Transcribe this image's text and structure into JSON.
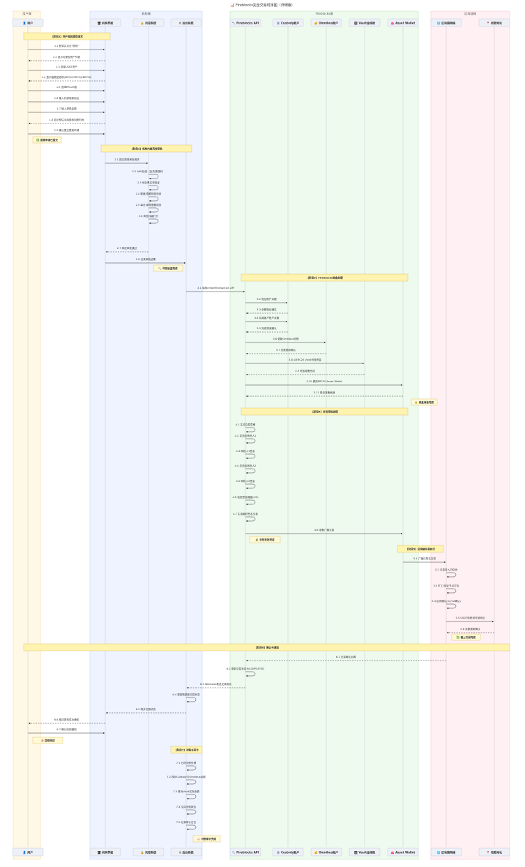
{
  "title": "📊 Fireblocks完全交易时序图（详细版）",
  "groups": [
    {
      "key": "g_user",
      "label": "用户端",
      "fill": "#fff8e7",
      "stroke": "#f3dca8"
    },
    {
      "key": "g_inst",
      "label": "机构端",
      "fill": "#eef3ff",
      "stroke": "#c9d6f5"
    },
    {
      "key": "g_fb",
      "label": "Fireblocks端",
      "fill": "#eefaee",
      "stroke": "#bfe6bf"
    },
    {
      "key": "g_chain",
      "label": "区块链端",
      "fill": "#fff0f4",
      "stroke": "#f3c6d3"
    }
  ],
  "actors": [
    {
      "key": "user",
      "label": "👤 用户"
    },
    {
      "key": "inst",
      "label": "🖥 机构界面"
    },
    {
      "key": "risk",
      "label": "🔒 风控系统"
    },
    {
      "key": "biz",
      "label": "⚙ 后台系统"
    },
    {
      "key": "api",
      "label": "🔧 Fireblocks API"
    },
    {
      "key": "custody",
      "label": "🏦 Custody账户"
    },
    {
      "key": "omni",
      "label": "💰 Omnibus账户"
    },
    {
      "key": "vault",
      "label": "🗄 Vault金库账"
    },
    {
      "key": "asset",
      "label": "👛 Asset Wallet"
    },
    {
      "key": "net",
      "label": "🌐 区块链网络"
    },
    {
      "key": "recv",
      "label": "📍 收款地址"
    }
  ],
  "items": [
    {
      "k": "note",
      "text": "【阶段1】用户发起提现请求"
    },
    {
      "k": "msg",
      "text": "1.1 登录并点击\"提现\""
    },
    {
      "k": "msg",
      "text": "1.2 显示可提现资产列表"
    },
    {
      "k": "msg",
      "text": "1.3 选择USDT资产"
    },
    {
      "k": "msg",
      "text": "1.4 显示链类型选项(ERC20/TRC20/BEP20)"
    },
    {
      "k": "msg",
      "text": "1.5 选择ERC20链"
    },
    {
      "k": "msg",
      "text": "1.6 输入外部收款地址"
    },
    {
      "k": "msg",
      "text": "1.7 输入提现金额"
    },
    {
      "k": "msg",
      "text": "1.8 显示预估手续费和到账时间"
    },
    {
      "k": "msg",
      "text": "1.9 确认提交提现申请"
    },
    {
      "k": "note",
      "text": "✅ 提现申请已提交"
    },
    {
      "k": "note",
      "text": "【阶段2】机构内部风控审批"
    },
    {
      "k": "msg",
      "text": "2.1 提交提现审批请求"
    },
    {
      "k": "msg",
      "text": "2.2 AML检查（反洗钱规则）"
    },
    {
      "k": "msg",
      "text": "2.3 地址黑名单验证"
    },
    {
      "k": "msg",
      "text": "2.4 额度/限额规则检查"
    },
    {
      "k": "msg",
      "text": "2.5 每日/单笔限额检查"
    },
    {
      "k": "msg",
      "text": "2.6 风险评级打分"
    },
    {
      "k": "msg",
      "text": "2.7 风控审批通过"
    },
    {
      "k": "msg",
      "text": "2.8 记录审批结果"
    },
    {
      "k": "note",
      "text": "🔍 风控检查完成"
    },
    {
      "k": "note",
      "text": "【阶段3】Fireblocks资金处理"
    },
    {
      "k": "msg",
      "text": "3.1 调用createTransaction API"
    },
    {
      "k": "msg",
      "text": "3.2 验证账户余额"
    },
    {
      "k": "msg",
      "text": "3.3 余额验证通过"
    },
    {
      "k": "msg",
      "text": "3.4 扣减客户账户余额"
    },
    {
      "k": "msg",
      "text": "3.5 完成扣减确认"
    },
    {
      "k": "msg",
      "text": "3.6 更新Omnibus总账"
    },
    {
      "k": "msg",
      "text": "3.7 总账更新确认"
    },
    {
      "k": "msg",
      "text": "3.8 从ERC20 Vault划转资金"
    },
    {
      "k": "msg",
      "text": "3.9 资金准备完成"
    },
    {
      "k": "msg",
      "text": "3.10 调用ERC20 Asset Wallet"
    },
    {
      "k": "msg",
      "text": "3.11 钱包准备就绪"
    },
    {
      "k": "note",
      "text": "🔒 资金准备完成"
    },
    {
      "k": "note",
      "text": "【阶段4】多签审批流程"
    },
    {
      "k": "msg",
      "text": "4.1 生成交易草稿"
    },
    {
      "k": "msg",
      "text": "4.2 发送给审批人1"
    },
    {
      "k": "msg",
      "text": "4.3 审批人1签名"
    },
    {
      "k": "msg",
      "text": "4.4 发送给审批人2"
    },
    {
      "k": "msg",
      "text": "4.5 审批人2签名"
    },
    {
      "k": "msg",
      "text": "4.6 检查签名阈值(2/3)"
    },
    {
      "k": "msg",
      "text": "4.7 生成最终签名交易"
    },
    {
      "k": "msg",
      "text": "4.8 准备广播交易"
    },
    {
      "k": "note",
      "text": "🔏 多签审批完成"
    },
    {
      "k": "note",
      "text": "【阶段5】区块链交易执行"
    },
    {
      "k": "msg",
      "text": "5.1 广播已签名交易"
    },
    {
      "k": "msg",
      "text": "5.2 交易进入内存池"
    },
    {
      "k": "msg",
      "text": "5.3 矿工/验证节点打包"
    },
    {
      "k": "msg",
      "text": "5.4 区块确认(12/12确认)"
    },
    {
      "k": "msg",
      "text": "5.5 USDT转账到外部地址"
    },
    {
      "k": "msg",
      "text": "5.6 余额更新确认"
    },
    {
      "k": "note",
      "text": "✅ 链上交易完成"
    },
    {
      "k": "note",
      "text": "【阶段6】确认与通知"
    },
    {
      "k": "msg",
      "text": "6.1 交易确认回调"
    },
    {
      "k": "msg",
      "text": "6.2 更新交易状态为COMPLETED"
    },
    {
      "k": "msg",
      "text": "6.3 Webhook推送交易成功"
    },
    {
      "k": "msg",
      "text": "6.4 更新数据库交易状态"
    },
    {
      "k": "msg",
      "text": "6.5 同步交易状态"
    },
    {
      "k": "msg",
      "text": "6.6 推送提现成功通知"
    },
    {
      "k": "msg",
      "text": "6.7 确认收到通知"
    },
    {
      "k": "note",
      "text": "🎉 提现完成"
    },
    {
      "k": "note",
      "text": "【阶段7】对账与审计"
    },
    {
      "k": "msg",
      "text": "7.1 日终对账处理"
    },
    {
      "k": "msg",
      "text": "7.2 核对Custody与Omnibus余额"
    },
    {
      "k": "msg",
      "text": "7.3 核对Vault实际余额"
    },
    {
      "k": "msg",
      "text": "7.4 生成对账报告"
    },
    {
      "k": "msg",
      "text": "7.5 记录审计日志"
    },
    {
      "k": "note",
      "text": "📊 对账审计完成"
    }
  ]
}
